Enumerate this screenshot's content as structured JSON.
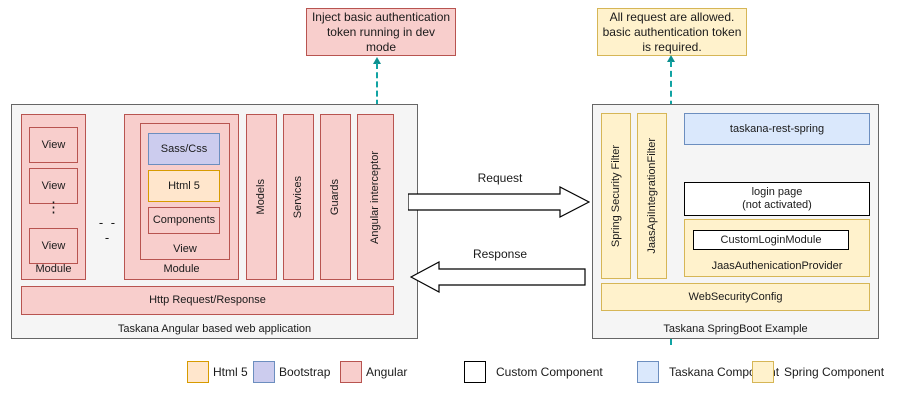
{
  "notes": {
    "left": "Inject basic authentication token running in dev mode",
    "right": "All request are allowed. basic authentication token is required."
  },
  "left_panel": {
    "caption": "Taskana Angular based web application",
    "module_a": {
      "label": "Module",
      "views": [
        "View",
        "View",
        "View"
      ],
      "ellipsis_vertical": "⋮"
    },
    "between_modules_ellipsis": "- - -",
    "module_b": {
      "label": "Module",
      "view_label": "View",
      "items": [
        {
          "label": "Sass/Css",
          "style": "bootstrap"
        },
        {
          "label": "Html 5",
          "style": "html5"
        },
        {
          "label": "Components",
          "style": "angular"
        }
      ]
    },
    "columns": [
      "Models",
      "Services",
      "Guards",
      "Angular interceptor"
    ],
    "http_bar": "Http Request/Response"
  },
  "center": {
    "request_label": "Request",
    "response_label": "Response"
  },
  "right_panel": {
    "caption": "Taskana SpringBoot Example",
    "filters": [
      "Spring Security Filter",
      "JaasApiIntegrationFilter"
    ],
    "rest": "taskana-rest-spring",
    "login_page_line1": "login page",
    "login_page_line2": "(not activated)",
    "auth_provider": {
      "inner": "CustomLoginModule",
      "label": "JaasAuthenicationProvider"
    },
    "web_security_config": "WebSecurityConfig"
  },
  "legend": {
    "left_items": [
      {
        "label": "Html 5",
        "style": "html5"
      },
      {
        "label": "Bootstrap",
        "style": "bootstrap"
      },
      {
        "label": "Angular",
        "style": "angular"
      }
    ],
    "right_items": [
      {
        "label": "Custom Component",
        "style": "custom"
      },
      {
        "label": "Taskana Component",
        "style": "taskana"
      },
      {
        "label": "Spring Component",
        "style": "spring"
      }
    ]
  },
  "colors": {
    "angular_fill": "#f8cecc",
    "angular_stroke": "#b85450",
    "html5_fill": "#ffe6cc",
    "html5_stroke": "#d79b00",
    "bootstrap_fill": "#ccccee",
    "bootstrap_stroke": "#6c8ebf",
    "spring_fill": "#fff2cc",
    "spring_stroke": "#d6b656",
    "taskana_fill": "#dae8fc",
    "taskana_stroke": "#6c8ebf",
    "custom_fill": "#ffffff",
    "custom_stroke": "#000000",
    "panel_fill": "#f5f5f5",
    "panel_stroke": "#666666",
    "connector": "#11a3a3"
  }
}
